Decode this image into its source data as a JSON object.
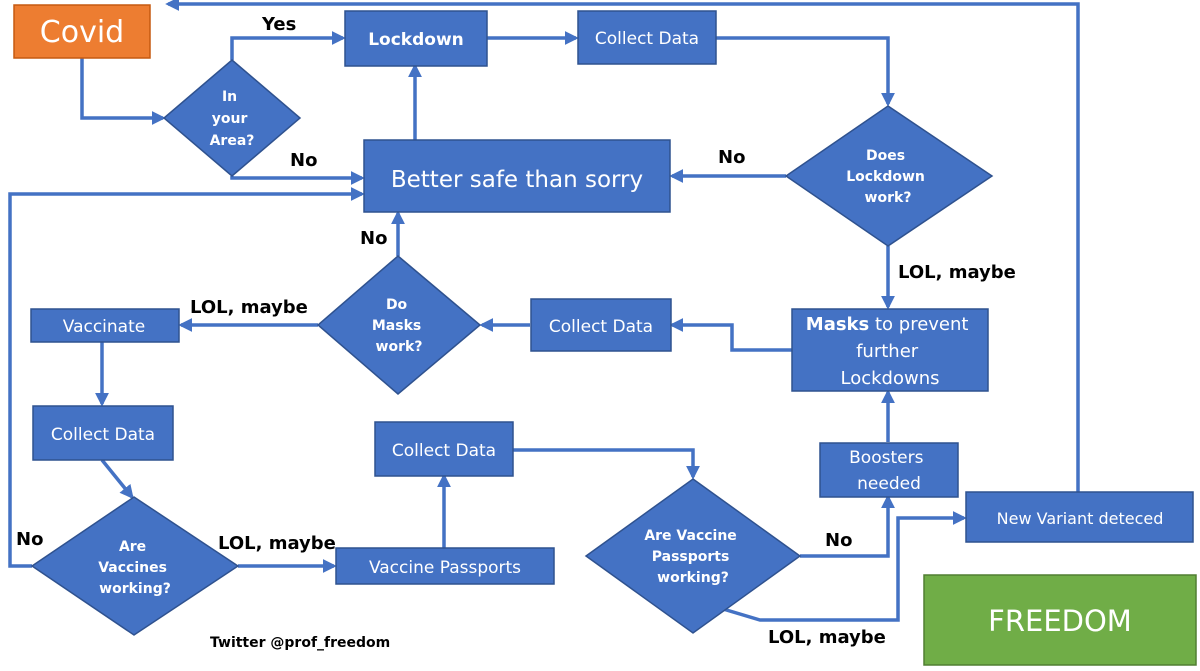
{
  "nodes": {
    "covid": "Covid",
    "in_your_area": [
      "In",
      "your",
      "Area?"
    ],
    "lockdown": "Lockdown",
    "collect_data_1": "Collect Data",
    "better_safe": "Better safe than sorry",
    "does_lockdown_work": [
      "Does",
      "Lockdown",
      "work?"
    ],
    "masks_prevent": {
      "bold_word": "Masks",
      "line1_rest": " to prevent",
      "line2": "further",
      "line3": "Lockdowns"
    },
    "collect_data_2": "Collect Data",
    "do_masks_work": [
      "Do",
      "Masks",
      "work?"
    ],
    "vaccinate": "Vaccinate",
    "collect_data_3": "Collect Data",
    "are_vaccines_working": [
      "Are",
      "Vaccines",
      "working?"
    ],
    "vaccine_passports": "Vaccine Passports",
    "collect_data_4": "Collect Data",
    "are_passports_working": [
      "Are Vaccine",
      "Passports",
      "working?"
    ],
    "boosters_needed": [
      "Boosters",
      "needed"
    ],
    "new_variant": "New Variant deteced",
    "freedom": "FREEDOM"
  },
  "edge_labels": {
    "area_yes": "Yes",
    "area_no": "No",
    "lockdown_no": "No",
    "lockdown_maybe": "LOL, maybe",
    "masks_no": "No",
    "masks_maybe": "LOL, maybe",
    "vaccines_no": "No",
    "vaccines_maybe": "LOL, maybe",
    "passports_no": "No",
    "passports_maybe": "LOL, maybe"
  },
  "credit": "Twitter @prof_freedom",
  "colors": {
    "box": "#4472c4",
    "start": "#ed7d31",
    "end": "#70ad47",
    "edge": "#4472c4"
  }
}
